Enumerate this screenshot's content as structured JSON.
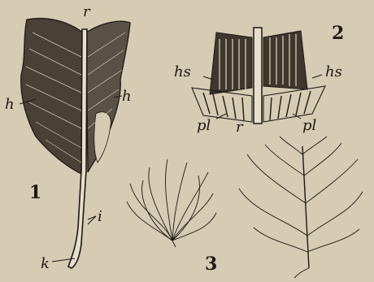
{
  "figure": {
    "panels": [
      {
        "number": "1",
        "subject": "feather"
      },
      {
        "number": "2",
        "subject": "barb-detail"
      },
      {
        "number": "3",
        "subject": "down-feathers"
      }
    ],
    "labels": {
      "p1_rachis": "r",
      "p1_vane_left": "h",
      "p1_vane_right": "h",
      "p1_shaft_i": "i",
      "p1_calamus": "k",
      "p2_hs_left": "hs",
      "p2_hs_right": "hs",
      "p2_pl_left": "pl",
      "p2_pl_right": "pl",
      "p2_rachis": "r"
    },
    "colors": {
      "paper": "#d6cbb3",
      "ink": "#1d1a16"
    }
  }
}
